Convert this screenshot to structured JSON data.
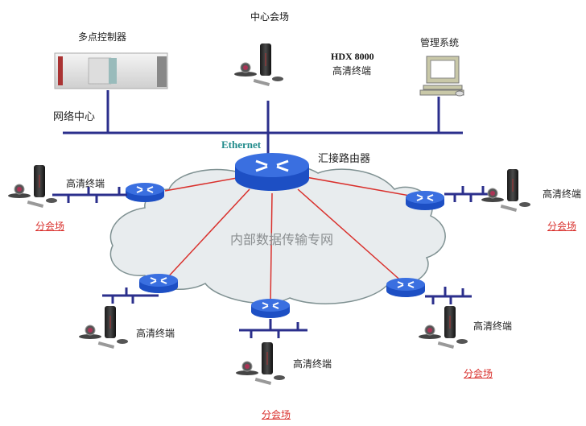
{
  "colors": {
    "bus": "#2b2f8c",
    "link": "#d9302c",
    "router_top": "#3a6fe0",
    "router_side": "#1d4fc4",
    "cloud_fill": "#e8ecee",
    "cloud_stroke": "#7f9192",
    "site_label": "#d9302c",
    "ethernet_label": "#1f8a8a"
  },
  "center": {
    "title": "中心会场",
    "mcu_label": "多点控制器",
    "network_center_label": "网络中心",
    "hdx_model": "HDX 8000",
    "hdx_caption": "高清终端",
    "management_label": "管理系统",
    "ethernet_label": "Ethernet",
    "core_router_label": "汇接路由器"
  },
  "cloud": {
    "label": "内部数据传输专网"
  },
  "branches": [
    {
      "id": "left",
      "terminal_label": "高清终端",
      "site_label": "分会场"
    },
    {
      "id": "right",
      "terminal_label": "高清终端",
      "site_label": "分会场"
    },
    {
      "id": "bottom-left",
      "terminal_label": "高清终端",
      "site_label": ""
    },
    {
      "id": "bottom-center",
      "terminal_label": "高清终端",
      "site_label": "分会场"
    },
    {
      "id": "bottom-right",
      "terminal_label": "高清终端",
      "site_label": "分会场"
    }
  ]
}
